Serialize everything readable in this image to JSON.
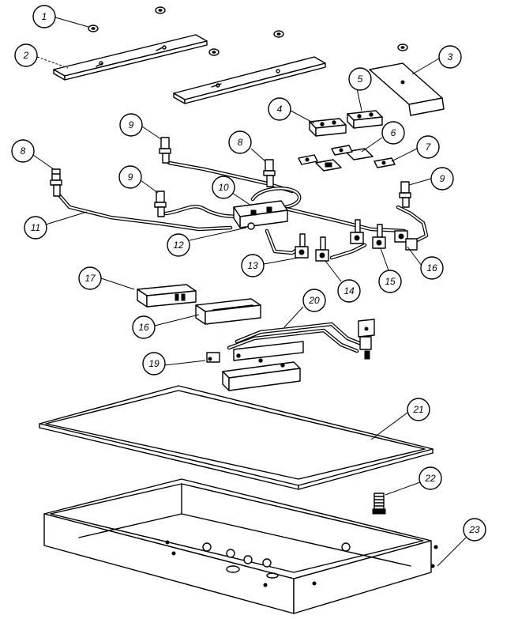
{
  "callouts": {
    "c1": "1",
    "c2": "2",
    "c3": "3",
    "c4": "4",
    "c5": "5",
    "c6": "6",
    "c7": "7",
    "c8a": "8",
    "c8b": "8",
    "c9a": "9",
    "c9b": "9",
    "c9c": "9",
    "c10": "10",
    "c11": "11",
    "c12": "12",
    "c13": "13",
    "c14": "14",
    "c15": "15",
    "c16a": "16",
    "c16b": "16",
    "c17": "17",
    "c19": "19",
    "c20": "20",
    "c21": "21",
    "c22": "22",
    "c23": "23"
  }
}
